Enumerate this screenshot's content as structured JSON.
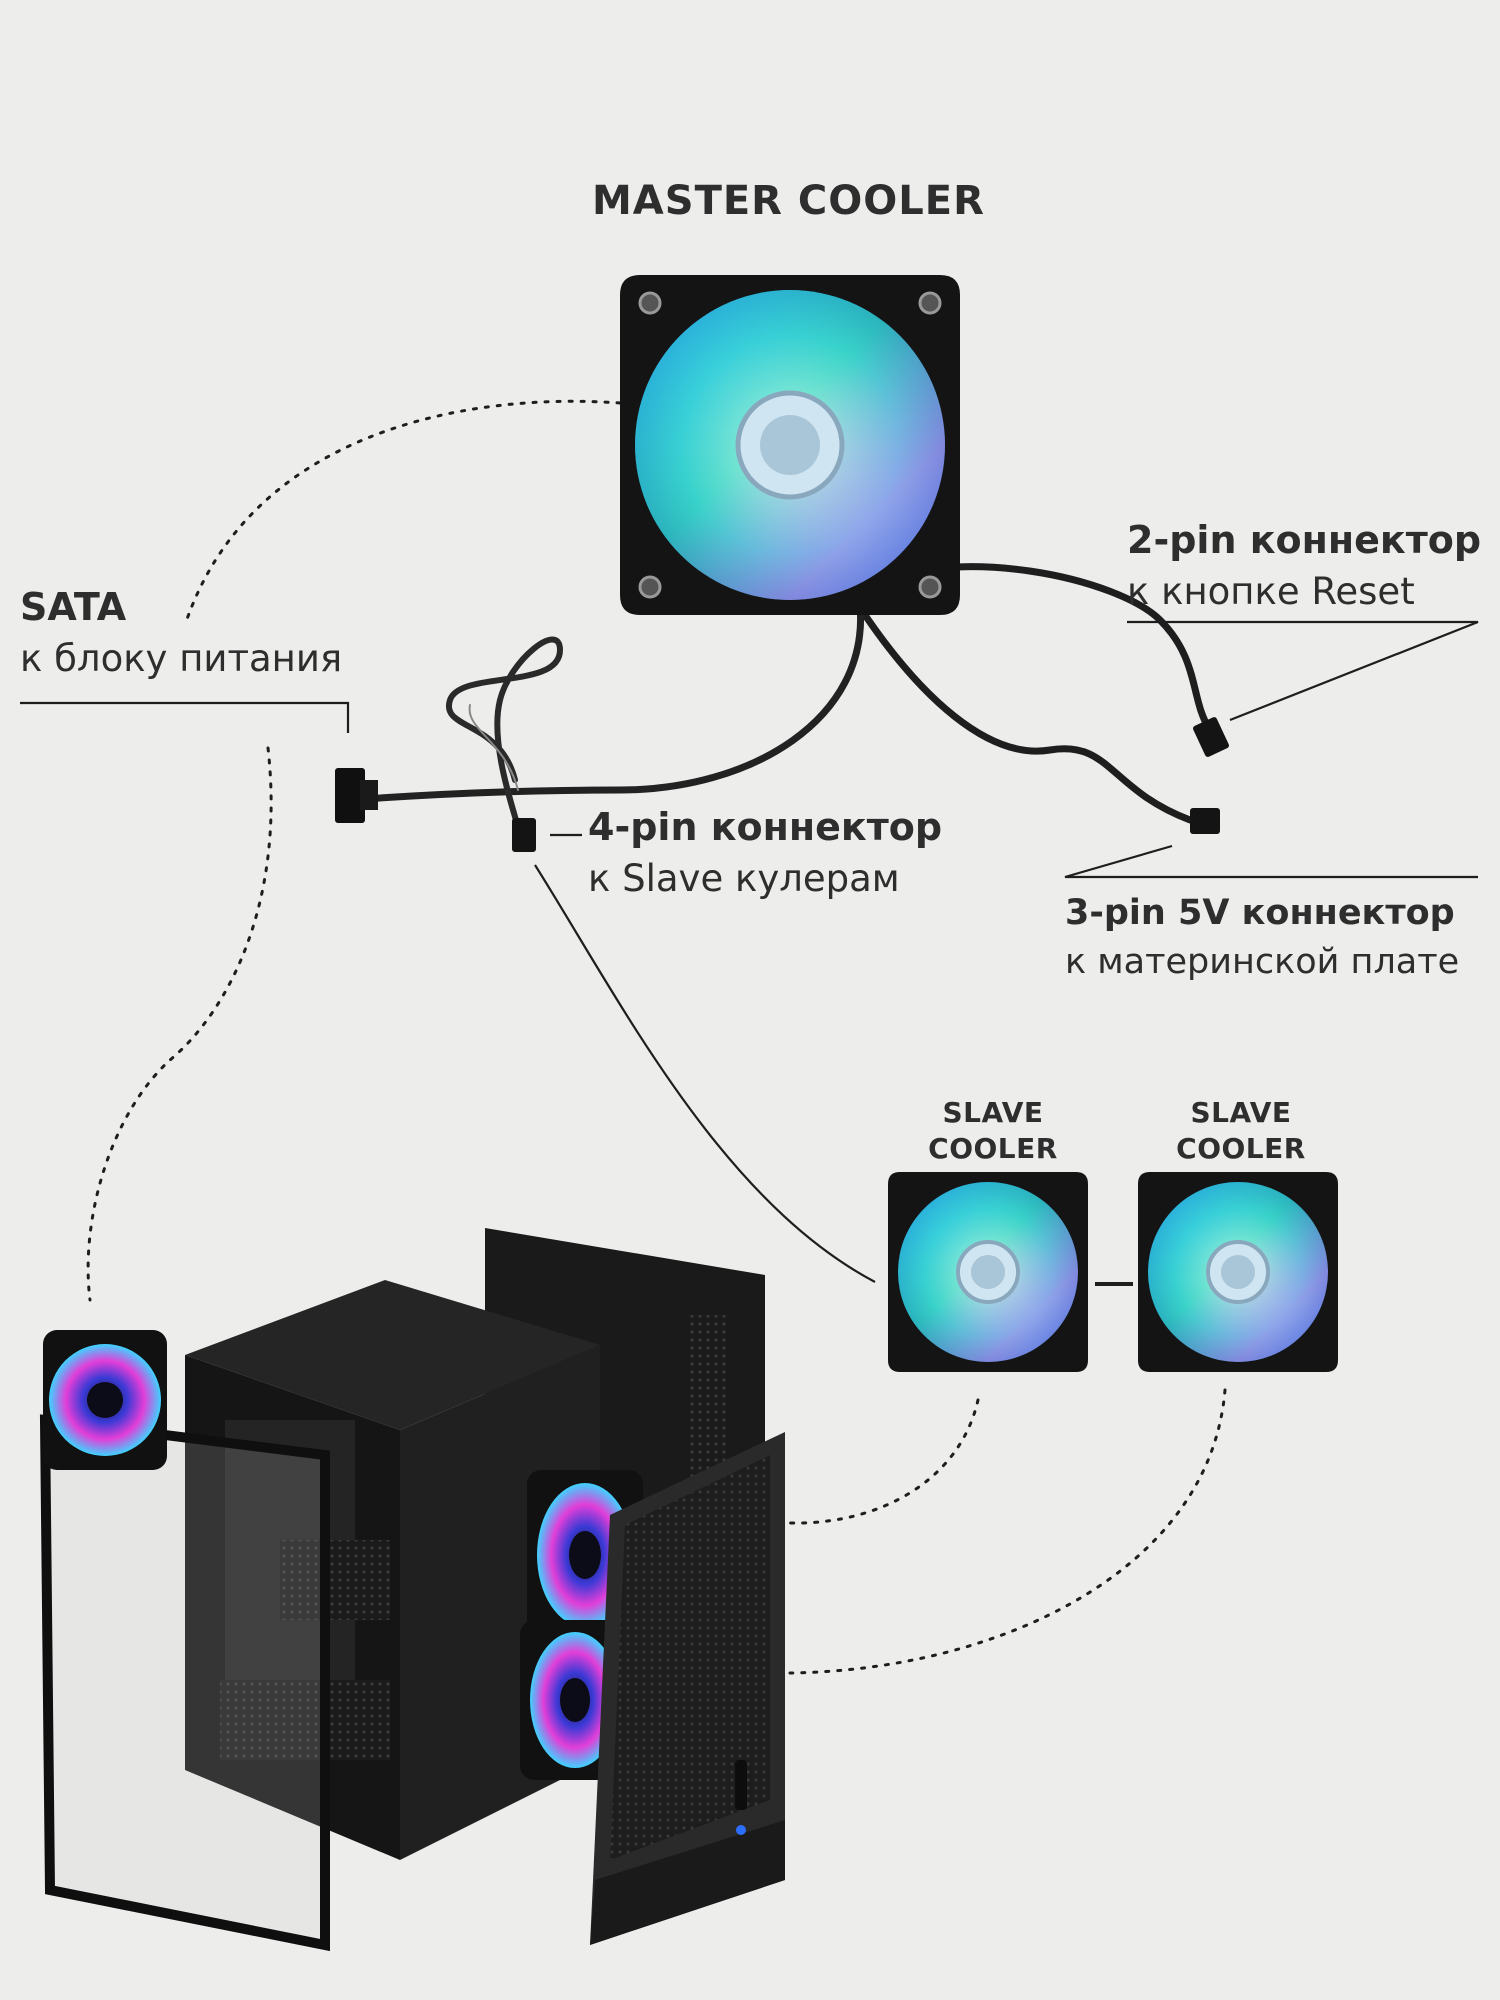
{
  "master": {
    "title": "MASTER COOLER"
  },
  "labels": {
    "sata_title": "SATA",
    "sata_desc": "к блоку питания",
    "pin2_title": "2-pin коннектор",
    "pin2_desc": "к кнопке Reset",
    "pin4_title": "4-pin коннектор",
    "pin4_desc": "к Slave кулерам",
    "pin3_title": "3-pin 5V коннектор",
    "pin3_desc": "к материнской плате"
  },
  "slaves": [
    {
      "line1": "SLAVE",
      "line2": "COOLER"
    },
    {
      "line1": "SLAVE",
      "line2": "COOLER"
    }
  ],
  "colors": {
    "background": "#ededeb",
    "text": "#2e2e2e",
    "fan_frame": "#141414"
  }
}
